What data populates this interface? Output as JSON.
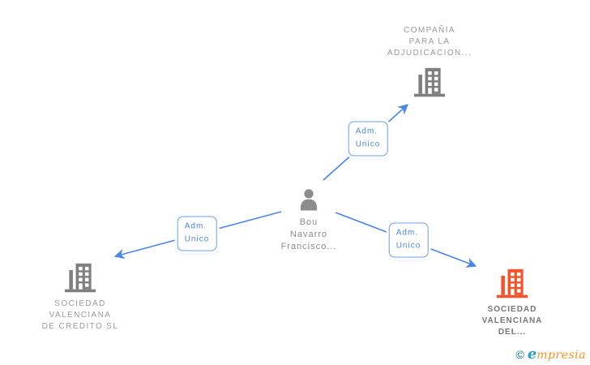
{
  "colors": {
    "accent-blue": "#4a86e8",
    "node-gray": "#7f7f7f",
    "node-orange": "#f4542c",
    "label-gray": "#9a9a9a",
    "label-dark": "#767676",
    "person-gray": "#8c8c8c",
    "brand-blue": "#2d9ad0",
    "brand-orange": "#f7941e",
    "brand-copyright": "#10718f"
  },
  "diagram": {
    "person": {
      "name": "Bou\nNavarro\nFrancisco..."
    },
    "companies": {
      "top": {
        "name": "COMPAÑIA\nPARA LA\nADJUDICACION..."
      },
      "left": {
        "name": "SOCIEDAD\nVALENCIANA\nDE CREDITO SL"
      },
      "right": {
        "name": "SOCIEDAD\nVALENCIANA\nDEL..."
      }
    },
    "edges": {
      "top": {
        "label": "Adm.\nUnico"
      },
      "left": {
        "label": "Adm.\nUnico"
      },
      "right": {
        "label": "Adm.\nUnico"
      }
    }
  },
  "footer": {
    "copyright_symbol": "©",
    "brand_first_letter": "e",
    "brand_rest": "mpresia"
  }
}
